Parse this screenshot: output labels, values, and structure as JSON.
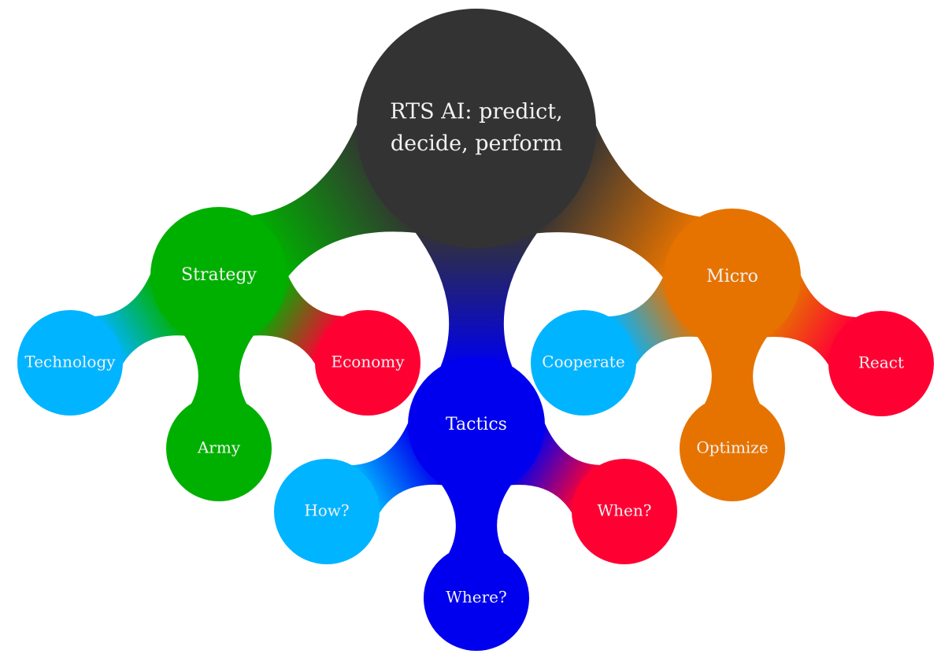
{
  "root": {
    "lines": [
      "RTS AI: predict,",
      "decide, perform"
    ],
    "color": "#333333"
  },
  "branches": [
    {
      "id": "strategy",
      "label": "Strategy",
      "color": "#00b000",
      "children": [
        {
          "id": "technology",
          "label": "Technology",
          "color": "#00b4ff"
        },
        {
          "id": "army",
          "label": "Army",
          "color": "#00b000"
        },
        {
          "id": "economy",
          "label": "Economy",
          "color": "#ff0033"
        }
      ]
    },
    {
      "id": "tactics",
      "label": "Tactics",
      "color": "#0000ee",
      "children": [
        {
          "id": "how",
          "label": "How?",
          "color": "#00b4ff"
        },
        {
          "id": "where",
          "label": "Where?",
          "color": "#0000ee"
        },
        {
          "id": "when",
          "label": "When?",
          "color": "#ff0033"
        }
      ]
    },
    {
      "id": "micro",
      "label": "Micro",
      "color": "#e67300",
      "children": [
        {
          "id": "cooperate",
          "label": "Cooperate",
          "color": "#00b4ff"
        },
        {
          "id": "optimize",
          "label": "Optimize",
          "color": "#e67300"
        },
        {
          "id": "react",
          "label": "React",
          "color": "#ff0033"
        }
      ]
    }
  ]
}
